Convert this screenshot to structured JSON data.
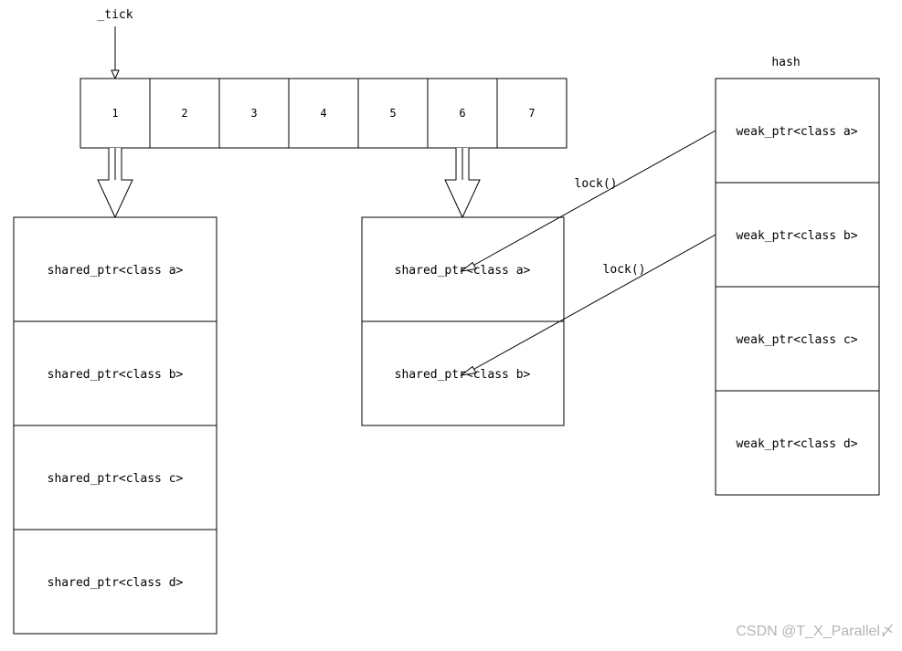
{
  "tick_label": "_tick",
  "hash_label": "hash",
  "wheel_slots": [
    "1",
    "2",
    "3",
    "4",
    "5",
    "6",
    "7"
  ],
  "bucket_left": [
    "shared_ptr<class a>",
    "shared_ptr<class b>",
    "shared_ptr<class c>",
    "shared_ptr<class d>"
  ],
  "bucket_mid": [
    "shared_ptr<class a>",
    "shared_ptr<class b>"
  ],
  "hash_entries": [
    "weak_ptr<class a>",
    "weak_ptr<class b>",
    "weak_ptr<class c>",
    "weak_ptr<class d>"
  ],
  "lock_labels": [
    "lock()",
    "lock()"
  ],
  "watermark": "CSDN @T_X_Parallel〆"
}
